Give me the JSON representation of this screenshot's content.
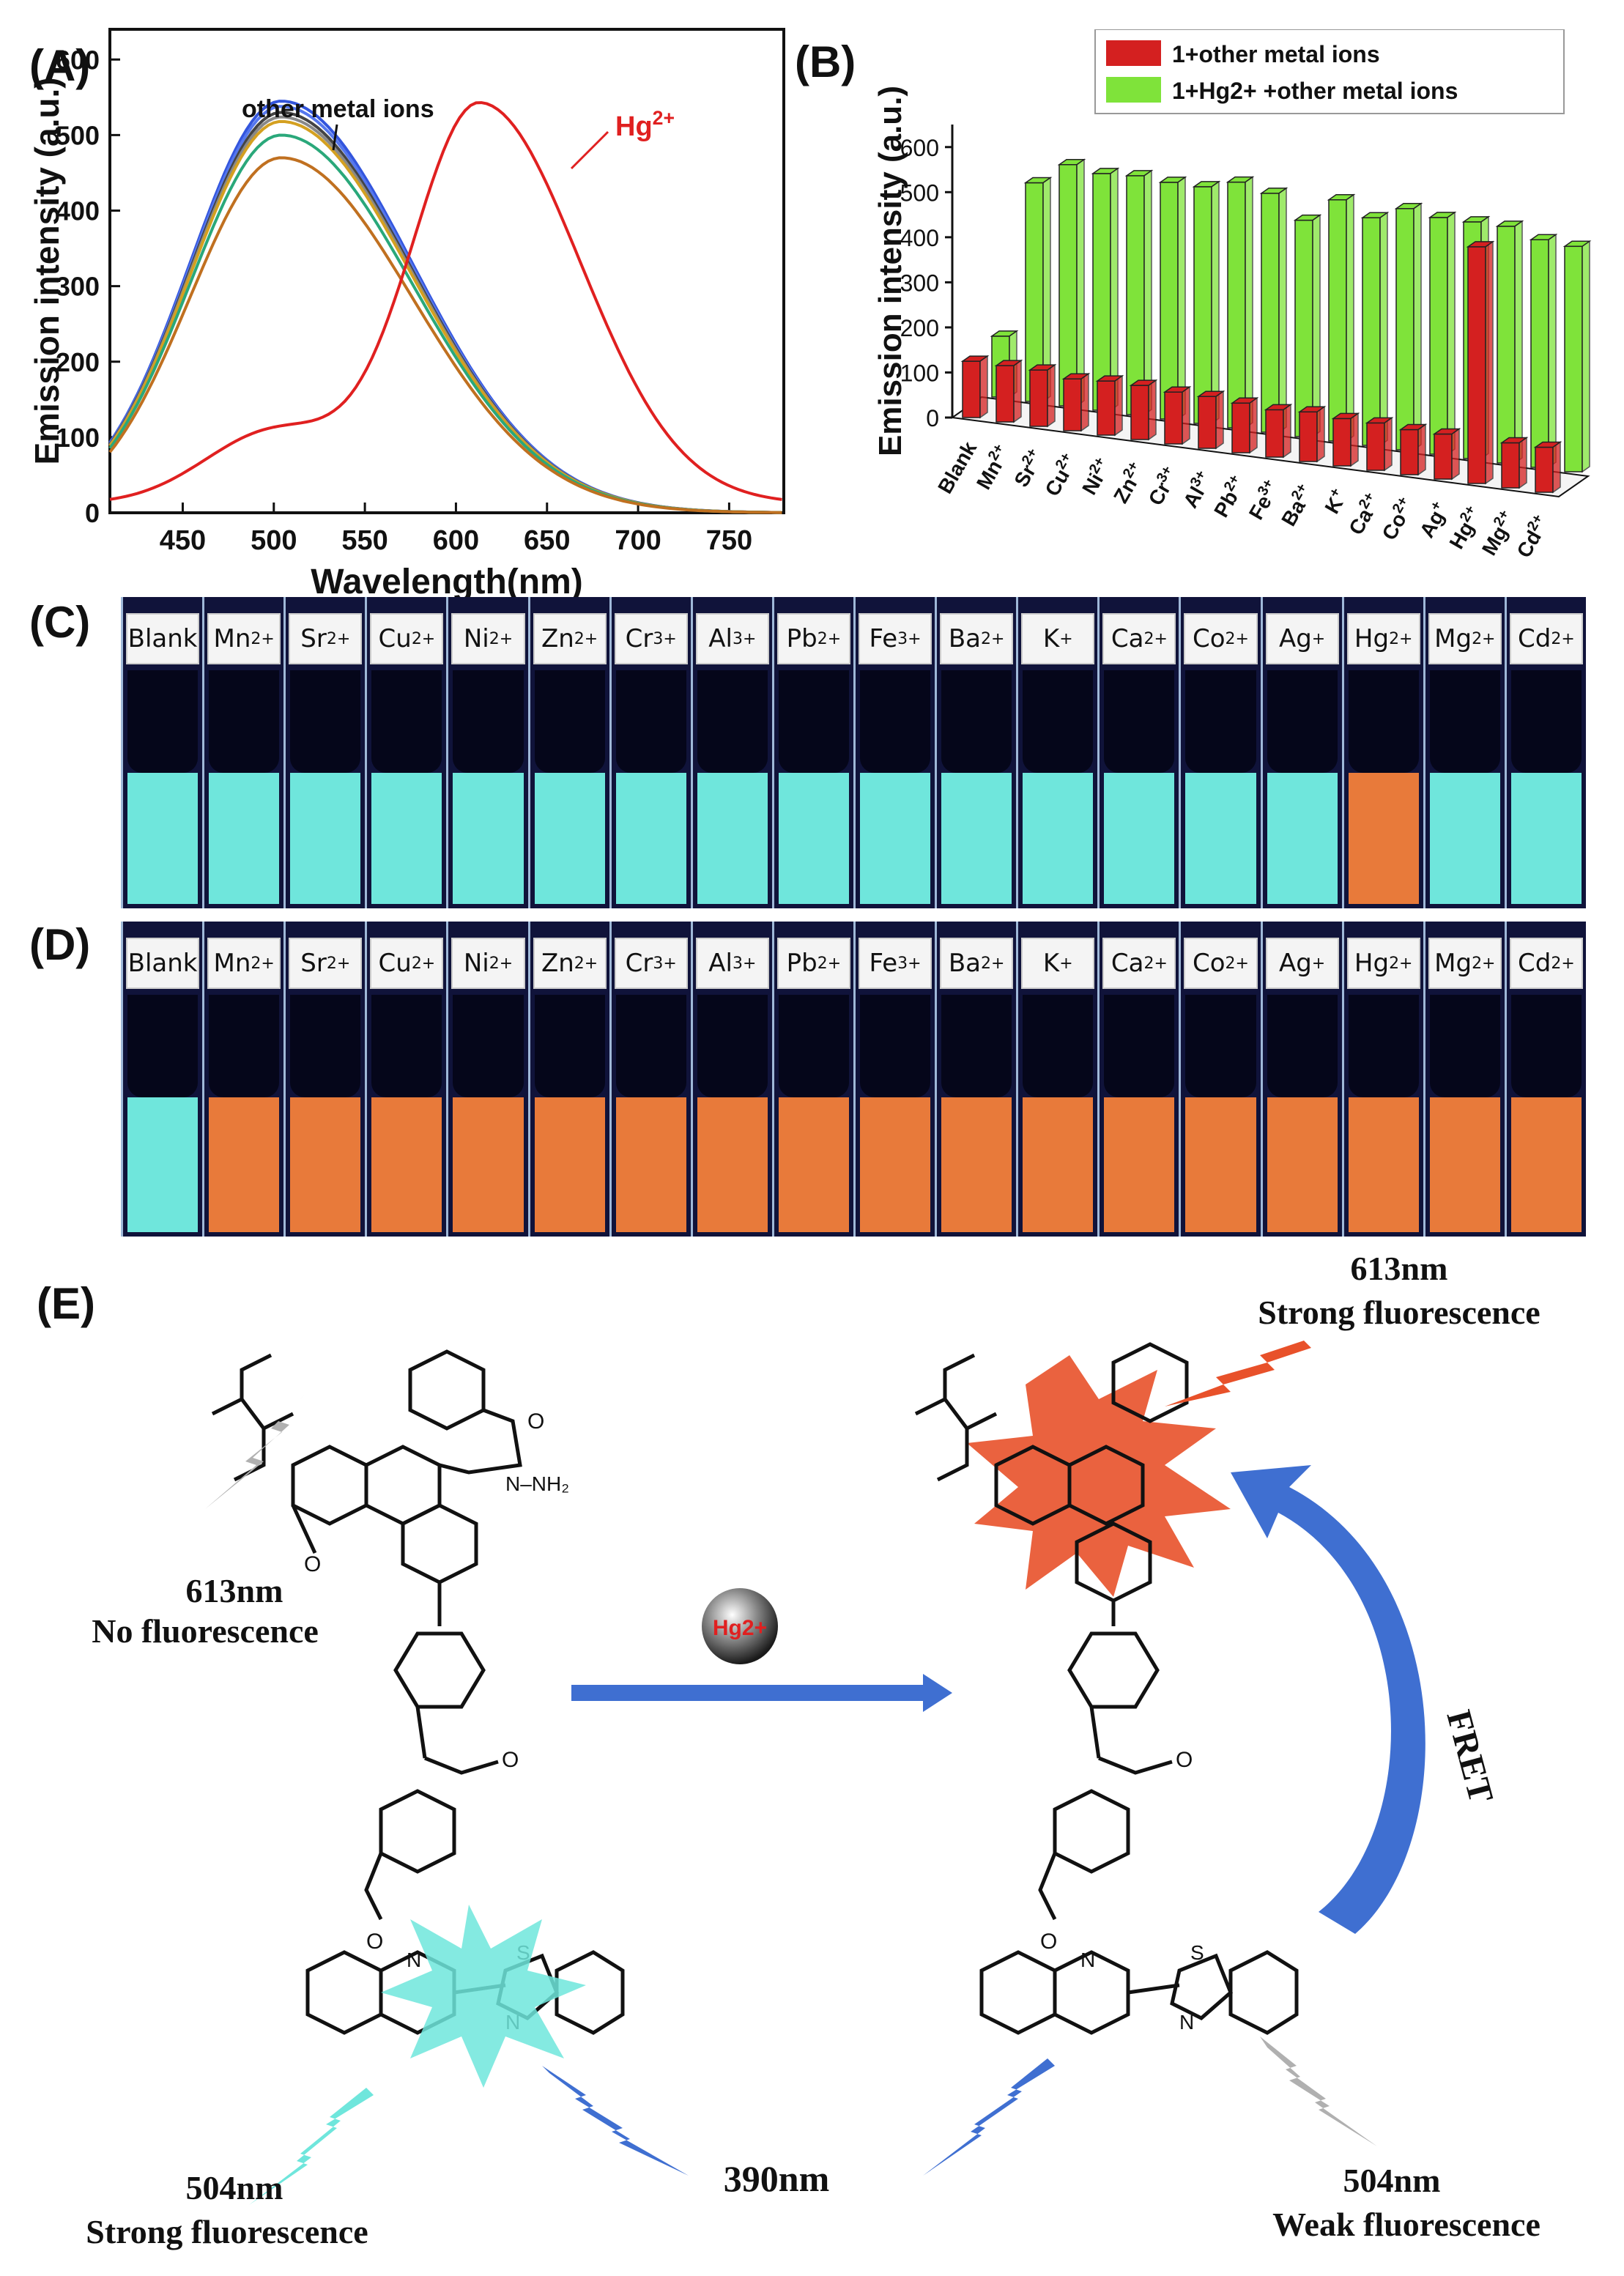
{
  "panels": {
    "A": "(A)",
    "B": "(B)",
    "C": "(C)",
    "D": "(D)",
    "E": "(E)"
  },
  "colors": {
    "cyan_solution": "#6fe6dc",
    "orange_solution": "#e87a3a",
    "green_bar": "#7fe33a",
    "red_bar": "#d42020",
    "blue_arrow": "#3f6fd1",
    "hg_curve": "#e02020"
  },
  "chart_data": [
    {
      "type": "line",
      "panel": "(A)",
      "xlabel": "Wavelength(nm)",
      "ylabel": "Emission intensity (a.u.)",
      "xlim": [
        410,
        780
      ],
      "ylim": [
        0,
        640
      ],
      "xticks": [
        450,
        500,
        550,
        600,
        650,
        700,
        750
      ],
      "yticks": [
        0,
        100,
        200,
        300,
        400,
        500,
        600
      ],
      "annotations": [
        "other metal ions",
        "Hg2+"
      ],
      "series": [
        {
          "name": "Hg2+",
          "color": "#e02020",
          "peaks": [
            {
              "x": 500,
              "y": 95
            },
            {
              "x": 613,
              "y": 530
            }
          ]
        },
        {
          "color": "#3355dd",
          "peak": {
            "x": 504,
            "y": 545
          }
        },
        {
          "color": "#5577ee",
          "peak": {
            "x": 504,
            "y": 538
          }
        },
        {
          "color": "#444444",
          "peak": {
            "x": 504,
            "y": 530
          }
        },
        {
          "color": "#888888",
          "peak": {
            "x": 504,
            "y": 524
          }
        },
        {
          "color": "#d4a020",
          "peak": {
            "x": 504,
            "y": 518
          }
        },
        {
          "color": "#2aa87a",
          "peak": {
            "x": 504,
            "y": 500
          }
        },
        {
          "color": "#c07020",
          "peak": {
            "x": 504,
            "y": 470
          }
        }
      ]
    },
    {
      "type": "bar",
      "panel": "(B)",
      "ylabel": "Emission intensity (a.u.)",
      "ylim": [
        0,
        650
      ],
      "yticks": [
        0,
        100,
        200,
        300,
        400,
        500,
        600
      ],
      "categories": [
        "Blank",
        "Mn2+",
        "Sr2+",
        "Cu2+",
        "Ni2+",
        "Zn2+",
        "Cr3+",
        "Al3+",
        "Pb2+",
        "Fe3+",
        "Ba2+",
        "K+",
        "Ca2+",
        "Co2+",
        "Ag+",
        "Hg2+",
        "Mg2+",
        "Cd2+"
      ],
      "legend": [
        "1+other metal ions",
        "1+Hg2+ +other metal ions"
      ],
      "series": [
        {
          "name": "1+other metal ions",
          "color": "#d42020",
          "values": [
            125,
            125,
            125,
            115,
            120,
            120,
            115,
            115,
            110,
            105,
            110,
            105,
            105,
            100,
            100,
            525,
            100,
            100
          ]
        },
        {
          "name": "1+Hg2+ +other metal ions",
          "color": "#7fe33a",
          "values": [
            135,
            485,
            535,
            525,
            530,
            525,
            525,
            545,
            530,
            480,
            535,
            505,
            535,
            525,
            525,
            525,
            505,
            500
          ]
        }
      ]
    }
  ],
  "vials_C": {
    "labels": [
      "Blank",
      "Mn2+",
      "Sr2+",
      "Cu2+",
      "Ni2+",
      "Zn2+",
      "Cr3+",
      "Al3+",
      "Pb2+",
      "Fe3+",
      "Ba2+",
      "K+",
      "Ca2+",
      "Co2+",
      "Ag+",
      "Hg2+",
      "Mg2+",
      "Cd2+"
    ],
    "colors": [
      "cyan",
      "cyan",
      "cyan",
      "cyan",
      "cyan",
      "cyan",
      "cyan",
      "cyan",
      "cyan",
      "cyan",
      "cyan",
      "cyan",
      "cyan",
      "cyan",
      "cyan",
      "orange",
      "cyan",
      "cyan"
    ]
  },
  "vials_D": {
    "labels": [
      "Blank",
      "Mn2+",
      "Sr2+",
      "Cu2+",
      "Ni2+",
      "Zn2+",
      "Cr3+",
      "Al3+",
      "Pb2+",
      "Fe3+",
      "Ba2+",
      "K+",
      "Ca2+",
      "Co2+",
      "Ag+",
      "Hg2+",
      "Mg2+",
      "Cd2+"
    ],
    "colors": [
      "cyan",
      "orange",
      "orange",
      "orange",
      "orange",
      "orange",
      "orange",
      "orange",
      "orange",
      "orange",
      "orange",
      "orange",
      "orange",
      "orange",
      "orange",
      "orange",
      "orange",
      "orange"
    ]
  },
  "scheme": {
    "left_top_wl": "613nm",
    "left_top_text": "No fluorescence",
    "left_bottom_wl": "504nm",
    "left_bottom_text": "Strong fluorescence",
    "right_top_wl": "613nm",
    "right_top_text": "Strong fluorescence",
    "right_bottom_wl": "504nm",
    "right_bottom_text": "Weak fluorescence",
    "excitation": "390nm",
    "fret": "FRET",
    "ion": "Hg2+"
  }
}
